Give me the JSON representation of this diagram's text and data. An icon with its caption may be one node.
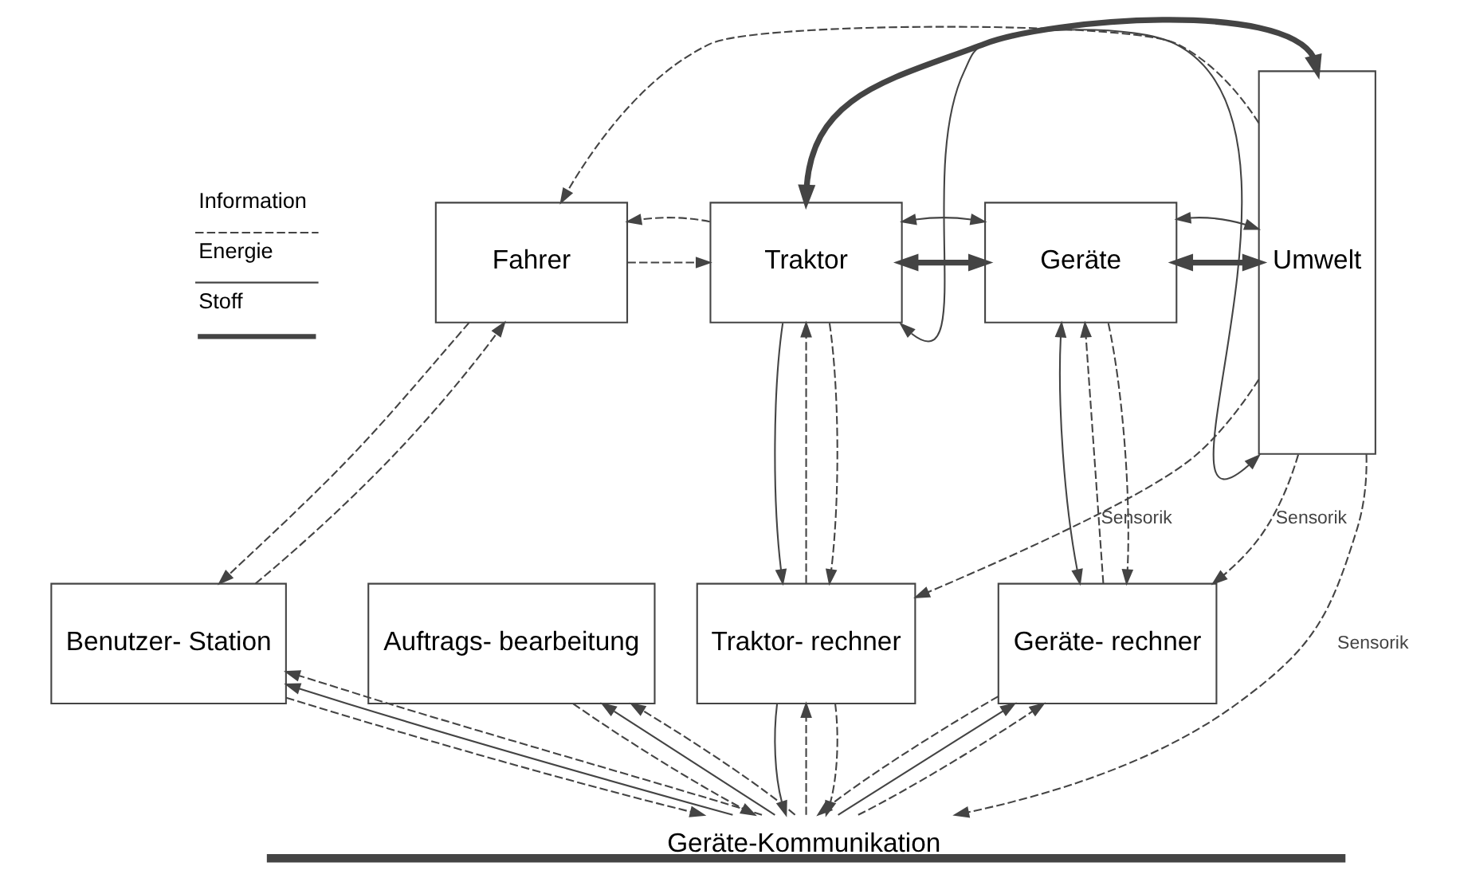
{
  "diagram": {
    "nodes": [
      {
        "text": [
          "Fahrer"
        ]
      },
      {
        "text": [
          "Traktor"
        ]
      },
      {
        "text": [
          "Geräte"
        ]
      },
      {
        "text": [
          "Umwelt"
        ]
      },
      {
        "text": [
          "Auftrags- bearbeitung"
        ]
      },
      {
        "text": [
          "Benutzer- Station"
        ]
      },
      {
        "text": [
          "Traktor- rechner"
        ]
      },
      {
        "text": [
          "Geräte- rechner"
        ]
      },
      {
        "text": [
          "Geräte-Kommunikation"
        ]
      }
    ],
    "edges": [
      {
        "from": 3,
        "to": 0,
        "arrow": "to",
        "style": "dashed"
      },
      {
        "from": 0,
        "to": 1,
        "arrow": "to",
        "style": "dashed"
      },
      {
        "from": 1,
        "to": 0,
        "arrow": "to",
        "style": "dashed"
      },
      {
        "from": 1,
        "to": 2,
        "arrow": "both",
        "style": "thick"
      },
      {
        "from": 1,
        "to": 2,
        "arrow": "both"
      },
      {
        "from": 2,
        "to": 3,
        "arrow": "both",
        "style": "thick"
      },
      {
        "from": 2,
        "to": 3,
        "arrow": "both"
      },
      {
        "from": 1,
        "to": 3,
        "arrow": "both",
        "style": "thick"
      },
      {
        "from": 1,
        "to": 3,
        "arrow": "both"
      },
      {
        "from": 5,
        "to": 0,
        "arrow": "to",
        "style": "dashed"
      },
      {
        "from": 0,
        "to": 5,
        "arrow": "to",
        "style": "dashed"
      },
      {
        "from": 6,
        "to": 1,
        "arrow": "to",
        "style": "dashed"
      },
      {
        "from": 1,
        "to": 6,
        "arrow": "to"
      },
      {
        "from": 1,
        "to": 6,
        "arrow": "to",
        "style": "dashed"
      },
      {
        "from": 7,
        "to": 2,
        "arrow": "to",
        "style": "dashed"
      },
      {
        "from": 2,
        "to": 7,
        "arrow": "both"
      },
      {
        "from": 2,
        "to": 7,
        "arrow": "to",
        "style": "dashed"
      },
      {
        "from": 3,
        "to": 7,
        "arrow": "to",
        "style": "dashed",
        "label": "Sensorik"
      },
      {
        "from": 3,
        "to": 6,
        "arrow": "to",
        "style": "dashed",
        "label": "Sensorik"
      },
      {
        "from": 3,
        "to": 8,
        "arrow": "to",
        "style": "dashed",
        "label": "Sensorik"
      },
      {
        "from": 8,
        "to": 4,
        "arrow": "to"
      },
      {
        "from": 8,
        "to": 4,
        "arrow": "to",
        "style": "dashed"
      },
      {
        "from": 4,
        "to": 8,
        "arrow": "to",
        "style": "dashed"
      },
      {
        "from": 8,
        "to": 5,
        "arrow": "to"
      },
      {
        "from": 8,
        "to": 5,
        "arrow": "to",
        "style": "dashed"
      },
      {
        "from": 5,
        "to": 8,
        "arrow": "to",
        "style": "dashed"
      },
      {
        "from": 6,
        "to": 8,
        "arrow": "to"
      },
      {
        "from": 8,
        "to": 6,
        "arrow": "to",
        "style": "dashed"
      },
      {
        "from": 6,
        "to": 8,
        "arrow": "to",
        "style": "dashed"
      },
      {
        "from": 8,
        "to": 7,
        "arrow": "to"
      },
      {
        "from": 8,
        "to": 7,
        "arrow": "to",
        "style": "dashed"
      },
      {
        "from": 7,
        "to": 8,
        "arrow": "to",
        "style": "dashed"
      }
    ],
    "legend": [
      {
        "text": "Information"
      },
      {
        "text": "Energie"
      },
      {
        "text": "Stoff"
      }
    ]
  }
}
